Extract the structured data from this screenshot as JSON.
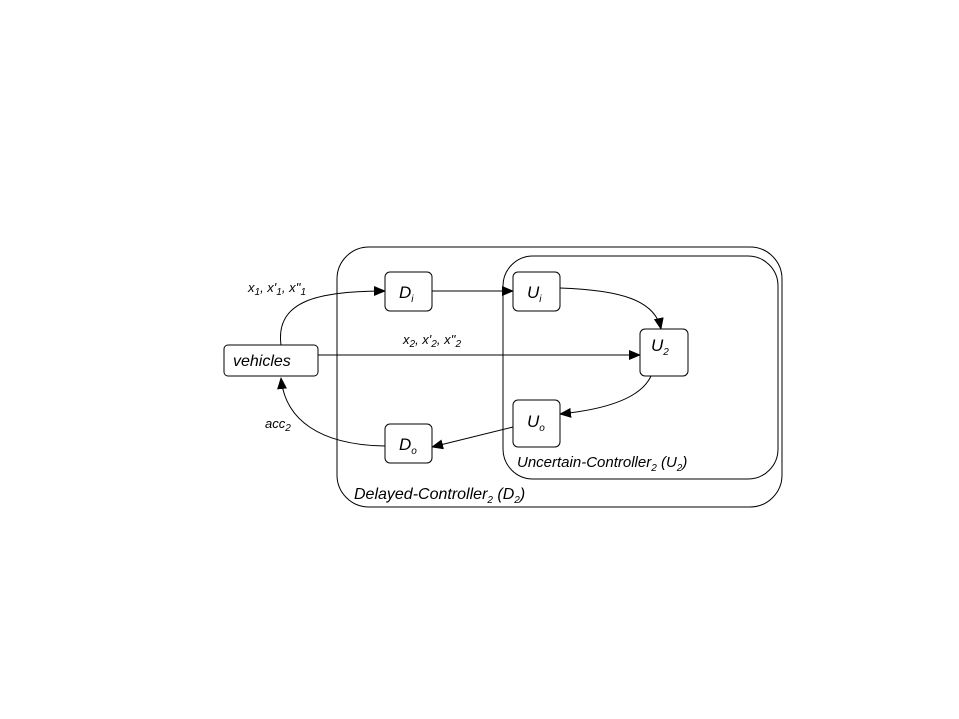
{
  "containers": {
    "delayed": {
      "name": "Delayed-Controller",
      "sub": "2",
      "paren_open": " (D",
      "paren_sub": "2",
      "paren_close": ")"
    },
    "uncertain": {
      "name": "Uncertain-Controller",
      "sub": "2",
      "paren_open": " (U",
      "paren_sub": "2",
      "paren_close": ")"
    }
  },
  "nodes": {
    "vehicles": {
      "label": "vehicles"
    },
    "di": {
      "label": "D",
      "sub": "i"
    },
    "do": {
      "label": "D",
      "sub": "o"
    },
    "ui": {
      "label": "U",
      "sub": "i"
    },
    "uo": {
      "label": "U",
      "sub": "o"
    },
    "u2": {
      "label": "U",
      "sub": "2"
    }
  },
  "edge_labels": {
    "x1": {
      "a": "x",
      "a_sub": "1",
      "b": ", x'",
      "b_sub": "1",
      "c": ", x''",
      "c_sub": "1"
    },
    "x2": {
      "a": "x",
      "a_sub": "2",
      "b": ", x'",
      "b_sub": "2",
      "c": ", x''",
      "c_sub": "2"
    },
    "acc": {
      "a": "acc",
      "a_sub": "2"
    }
  }
}
